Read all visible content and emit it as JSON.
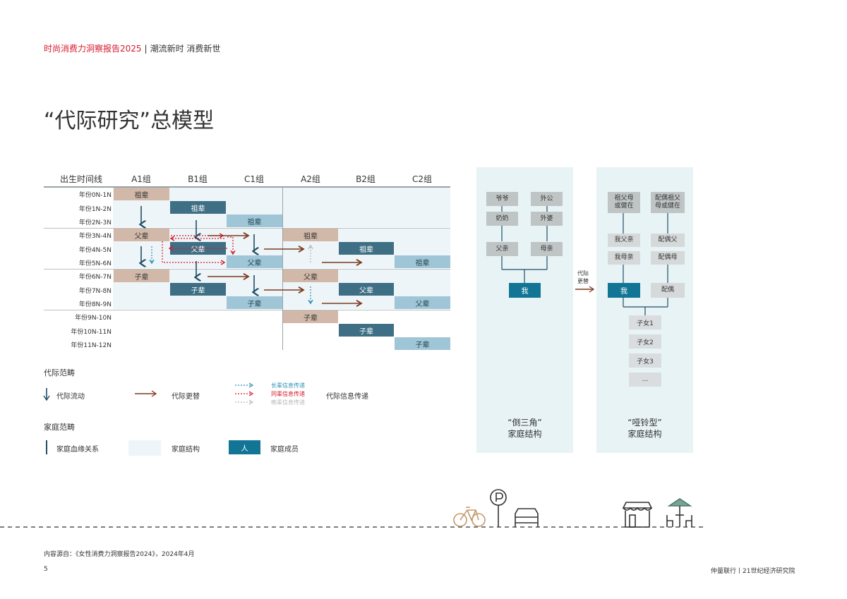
{
  "header": {
    "report": "时尚消费力洞察报告2025",
    "separator": "|",
    "tagline": "潮流新时 消费新世"
  },
  "page_title": "“代际研究”总模型",
  "matrix": {
    "corner_label": "出生时间线",
    "columns": [
      "A1组",
      "B1组",
      "C1组",
      "A2组",
      "B2组",
      "C2组"
    ],
    "rows": [
      "年份0N-1N",
      "年份1N-2N",
      "年份2N-3N",
      "年份3N-4N",
      "年份4N-5N",
      "年份5N-6N",
      "年份6N-7N",
      "年份7N-8N",
      "年份8N-9N",
      "年份9N-10N",
      "年份10N-11N",
      "年份11N-12N"
    ],
    "cells": {
      "a1_grand": "祖辈",
      "b1_grand": "祖辈",
      "c1_grand": "祖辈",
      "a1_parent": "父辈",
      "b1_parent": "父辈",
      "c1_parent": "父辈",
      "a1_child": "子辈",
      "b1_child": "子辈",
      "c1_child": "子辈",
      "a2_grand": "祖辈",
      "b2_grand": "祖辈",
      "c2_grand": "祖辈",
      "a2_parent": "父辈",
      "b2_parent": "父辈",
      "c2_parent": "父辈",
      "a2_child": "子辈",
      "b2_child": "子辈",
      "c2_child": "子辈"
    }
  },
  "legend": {
    "generation_title": "代际范畴",
    "flow": "代际流动",
    "replace": "代际更替",
    "info_elder": "长辈信息传递",
    "info_peer": "同辈信息传递",
    "info_junior": "晚辈信息传递",
    "info": "代际信息传递",
    "family_title": "家庭范畴",
    "blood": "家庭血缘关系",
    "structure": "家庭结构",
    "member_chip": "人",
    "member": "家庭成员"
  },
  "panel_left": {
    "grandpa": "爷爷",
    "grandpa_m": "外公",
    "grandma": "奶奶",
    "grandma_m": "外婆",
    "father": "父亲",
    "mother": "母亲",
    "me": "我",
    "caption_1": "“倒三角”",
    "caption_2": "家庭结构"
  },
  "arrow_label_1": "代际",
  "arrow_label_2": "更替",
  "panel_right": {
    "gp_1": "祖父母",
    "gp_2": "或健在",
    "sp_gp_1": "配偶祖父",
    "sp_gp_2": "母或健在",
    "my_father": "我父亲",
    "sp_father": "配偶父",
    "my_mother": "我母亲",
    "sp_mother": "配偶母",
    "me": "我",
    "spouse": "配偶",
    "kids": [
      "子女1",
      "子女2",
      "子女3",
      "..."
    ],
    "caption_1": "“哑铃型”",
    "caption_2": "家庭结构"
  },
  "footer": {
    "source": "内容源自：《女性消费力洞察报告2024》，2024年4月",
    "page": "5",
    "org": "仲量联行丨21世纪经济研究院"
  },
  "colors": {
    "red": "#d7192c",
    "grand": "#d2b8a8",
    "parent": "#3e6f84",
    "child": "#9fc6d6",
    "me": "#137596",
    "arrow": "#7a3b1f"
  }
}
